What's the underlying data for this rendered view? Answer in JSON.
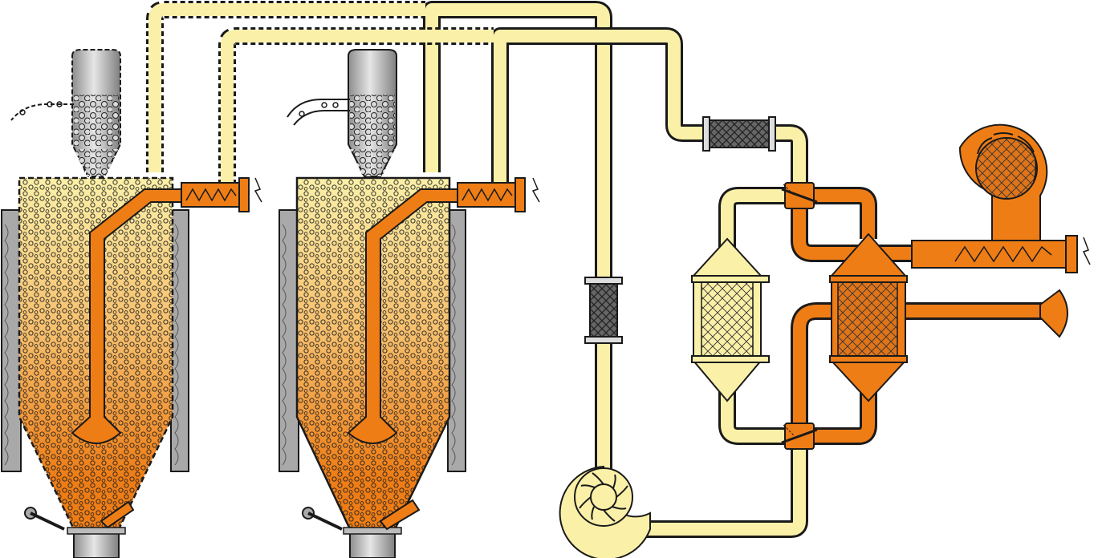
{
  "diagram": {
    "components": [
      {
        "id": "hopper-1",
        "icon": "drying-hopper-icon",
        "state": "dashed-outline"
      },
      {
        "id": "hopper-2",
        "icon": "drying-hopper-icon",
        "state": "solid-outline"
      },
      {
        "id": "loader-1",
        "icon": "vacuum-loader-icon"
      },
      {
        "id": "loader-2",
        "icon": "vacuum-loader-icon"
      },
      {
        "id": "heater-1",
        "icon": "heater-coil-icon"
      },
      {
        "id": "heater-2",
        "icon": "heater-coil-icon"
      },
      {
        "id": "heater-3",
        "icon": "heater-coil-icon"
      },
      {
        "id": "return-filter",
        "icon": "filter-icon"
      },
      {
        "id": "inline-filter",
        "icon": "filter-icon"
      },
      {
        "id": "desiccant-bed-1",
        "icon": "desiccant-bed-icon",
        "state": "drying"
      },
      {
        "id": "desiccant-bed-2",
        "icon": "desiccant-bed-icon",
        "state": "regenerating"
      },
      {
        "id": "process-blower",
        "icon": "blower-icon"
      },
      {
        "id": "regeneration-blower",
        "icon": "blower-icon"
      },
      {
        "id": "exhaust",
        "icon": "exhaust-horn-icon"
      }
    ]
  },
  "colors": {
    "dry_air": "#fbf0a8",
    "hot_air": "#ee7d16",
    "outline": "#1a1a1a",
    "insulation": "#a9a9a9",
    "metal": "#c2c2c2",
    "filter": "#555555"
  }
}
